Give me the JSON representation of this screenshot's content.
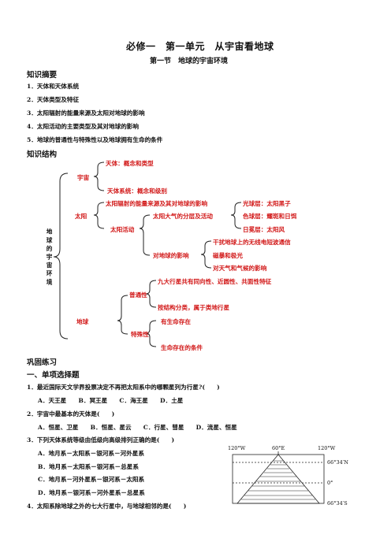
{
  "doc": {
    "title": "必修一　第一单元　从宇宙看地球",
    "subtitle": "第一节　地球的宇宙环境",
    "summary_heading": "知识摘要",
    "summary_items": [
      "1．天体和天体系统",
      "2．天体类型及特征",
      "3．太阳辐射的能量来源及太阳对地球的影响",
      "4．太阳活动的主要类型及其对地球的影响",
      "5．地球的普通性与特殊性以及地球拥有生命的条件"
    ],
    "structure_heading": "知识结构"
  },
  "tree": {
    "root": "地球的宇宙环境",
    "yuzhou": "宇宙",
    "tianti": "天体：概念和类型",
    "tiantixitong": "天体系统：概念和级别",
    "taiyang": "太阳",
    "fushe": "太阳辐射的能量来源及其对地球的影响",
    "daqi": "太阳大气的分层及活动",
    "guangqiu": "光球层：太阳黑子",
    "seqiu": "色球层：耀斑和日饵",
    "rimian": "日冕层：太阳风",
    "huodong": "太阳活动",
    "ganrao": "干扰地球上的无线电短波通信",
    "cibao": "磁暴和极光",
    "yingxiang": "对地球的影响",
    "qihou": "对天气和气候的影响",
    "diqiu": "地球",
    "putong": "普通性",
    "jiuda": "九大行星共有同向性、近圆性、共面性特征",
    "jiegou": "按结构分类，属于类地行星",
    "teshu": "特殊性",
    "shengming": "有生命存在",
    "tiaojian": "生命存在的条件"
  },
  "practice": {
    "heading": "巩固练习",
    "section": "一、单项选择题",
    "q1": "1．最近国际天文学界投票决定不再把太阳系中的哪颗星列为行星?(　　)",
    "q1_opts": "A．天王星　　B．冥王星　　C．海王星　　D．土星",
    "q2": "2．宇宙中最基本的天体是(　　)",
    "q2_opts": "A．恒星、卫星　　B．恒星、星云　　C．行星、彗星　　D．流星、恒星",
    "q3": "3．下列天体系统等级由低级向高级排列正确的是(　　)",
    "q3_opts": [
      "A．地月系－太阳系－银河系－河外星系",
      "B．地月系－太阳系－银河系－总星系",
      "C．地月系－河外星系－银河系－太阳系",
      "D．地月系－银河系－河外星系－总星系"
    ],
    "q4": "4．太阳系除地球之外的七大行星中，与地球相邻的是(　　)"
  },
  "map": {
    "top_labels": [
      "120°W",
      "60°E",
      "120°W"
    ],
    "right_labels": [
      "66°34′N",
      "0°",
      "66°34′S"
    ]
  }
}
